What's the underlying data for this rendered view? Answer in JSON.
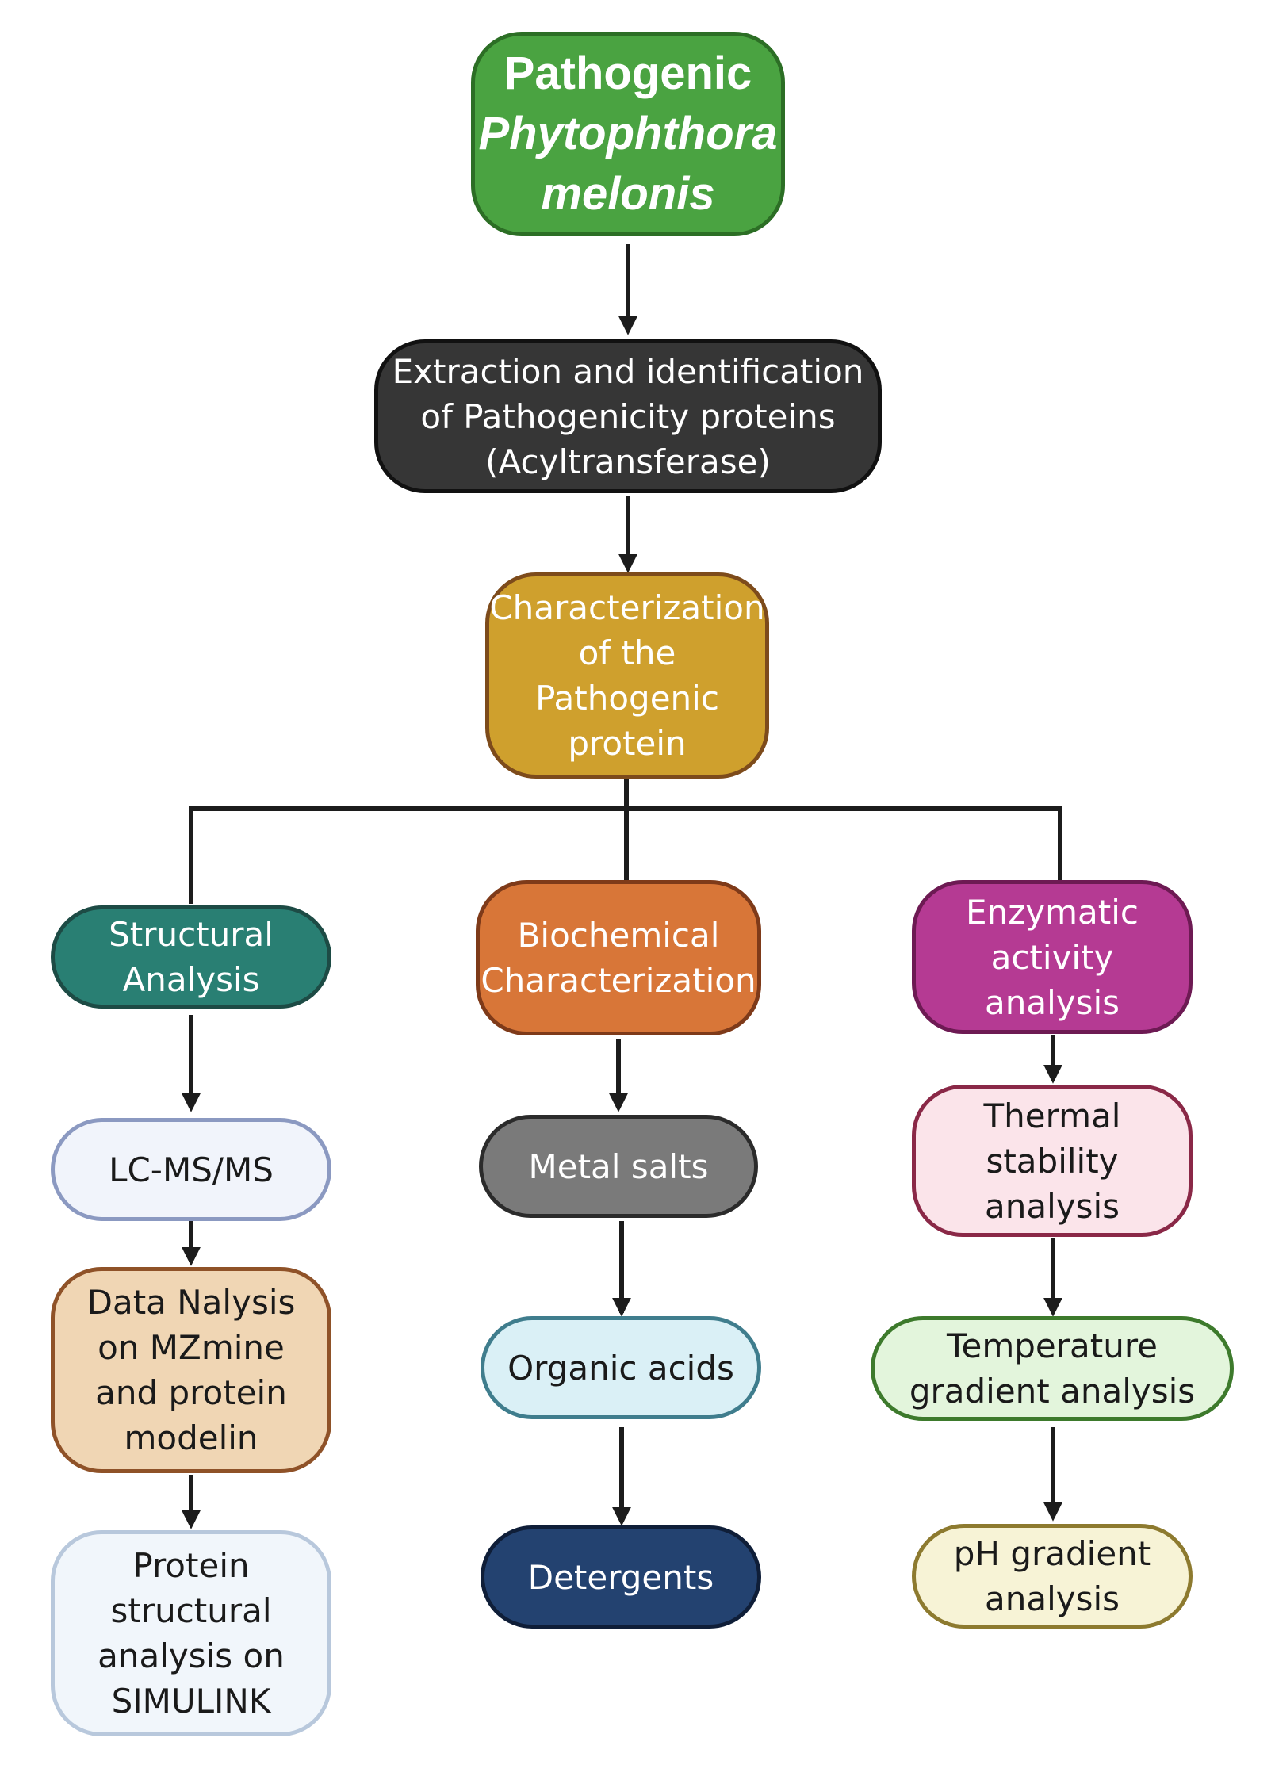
{
  "nodes": {
    "root": {
      "line1": "Pathogenic",
      "line2": "Phytophthora",
      "line3": "melonis",
      "fill": "#4aa341",
      "border": "#2c6e25",
      "text_color": "#ffffff"
    },
    "extraction": {
      "line1": "Extraction and identification",
      "line2": "of Pathogenicity proteins",
      "line3": "(Acyltransferase)",
      "fill": "#363636",
      "border": "#111111",
      "text_color": "#ffffff"
    },
    "characterization": {
      "line1": "Characterization",
      "line2": "of the",
      "line3": "Pathogenic",
      "line4": "protein",
      "fill": "#cfa02d",
      "border": "#7d4b1b",
      "text_color": "#ffffff"
    },
    "structural": {
      "line1": "Structural",
      "line2": "Analysis",
      "fill": "#297f73",
      "border": "#1d4b45",
      "text_color": "#ffffff"
    },
    "biochemical": {
      "line1": "Biochemical",
      "line2": "Characterization",
      "fill": "#d87638",
      "border": "#7e3a19",
      "text_color": "#ffffff"
    },
    "enzymatic": {
      "line1": "Enzymatic",
      "line2": "activity",
      "line3": "analysis",
      "fill": "#b53a93",
      "border": "#6d1a53",
      "text_color": "#ffffff"
    },
    "lcms": {
      "line1": "LC-MS/MS",
      "fill": "#f1f4fb",
      "border": "#8b99c1",
      "text_color": "#1a1a1a"
    },
    "data_analysis": {
      "line1": "Data Nalysis",
      "line2": "on MZmine",
      "line3": "and protein",
      "line4": "modelin",
      "fill": "#f0d6b4",
      "border": "#8f5228",
      "text_color": "#1a1a1a"
    },
    "protein_structural": {
      "line1": "Protein",
      "line2": "structural",
      "line3": "analysis on",
      "line4": "SIMULINK",
      "fill": "#f1f6fb",
      "border": "#b8c8dc",
      "text_color": "#1a1a1a"
    },
    "metal_salts": {
      "line1": "Metal salts",
      "fill": "#7a7a7a",
      "border": "#2b2b2b",
      "text_color": "#ffffff"
    },
    "organic_acids": {
      "line1": "Organic acids",
      "fill": "#daf0f6",
      "border": "#3f7d8d",
      "text_color": "#1a1a1a"
    },
    "detergents": {
      "line1": "Detergents",
      "fill": "#234270",
      "border": "#0f1e38",
      "text_color": "#ffffff"
    },
    "thermal": {
      "line1": "Thermal",
      "line2": "stability",
      "line3": "analysis",
      "fill": "#fbe4ea",
      "border": "#8a2847",
      "text_color": "#1a1a1a"
    },
    "temperature": {
      "line1": "Temperature",
      "line2": "gradient analysis",
      "fill": "#e3f5dc",
      "border": "#3d7a2c",
      "text_color": "#1a1a1a"
    },
    "ph": {
      "line1": "pH gradient",
      "line2": "analysis",
      "fill": "#f7f3d6",
      "border": "#8d7a2f",
      "text_color": "#1a1a1a"
    }
  },
  "connector_color": "#1c1c1c"
}
